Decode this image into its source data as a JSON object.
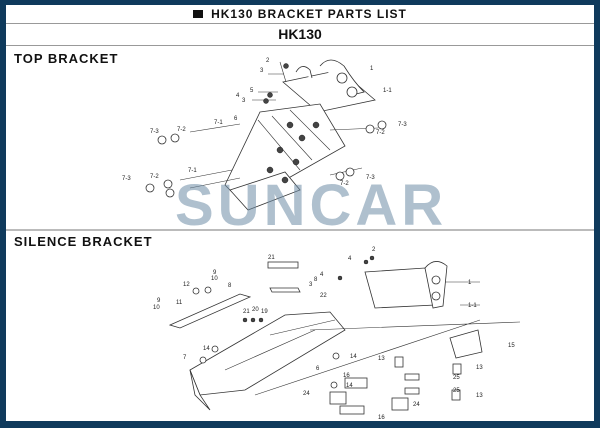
{
  "header": {
    "title": "HK130 BRACKET PARTS LIST",
    "model": "HK130"
  },
  "sections": {
    "top": "TOP BRACKET",
    "silence": "SILENCE BRACKET"
  },
  "watermark": "SUNCAR",
  "top_callouts": [
    "2",
    "3",
    "1",
    "1-1",
    "5",
    "4",
    "3",
    "6",
    "7-1",
    "7-3",
    "7-2",
    "7-3",
    "7-2",
    "7-1",
    "7-2",
    "7-3",
    "7-3",
    "7-2"
  ],
  "silence_callouts": [
    "2",
    "4",
    "21",
    "1",
    "1-1",
    "4",
    "8",
    "3",
    "22",
    "9",
    "10",
    "12",
    "8",
    "9",
    "10",
    "11",
    "21",
    "20",
    "19",
    "14",
    "7",
    "6",
    "14",
    "14",
    "15",
    "13",
    "13",
    "25",
    "25",
    "13",
    "16",
    "24",
    "24",
    "16"
  ],
  "colors": {
    "frame": "#0f3a5c",
    "watermark": "#6e8ca5"
  }
}
